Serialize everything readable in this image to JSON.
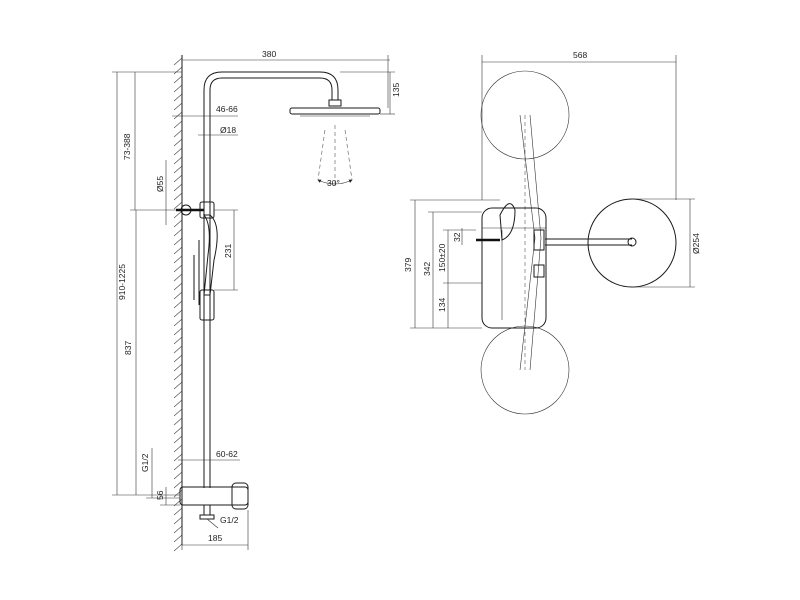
{
  "left_view": {
    "labels": {
      "width_380": "380",
      "height_135": "135",
      "arm_46_66": "46-66",
      "dia_18": "Ø18",
      "range_73_388": "73-388",
      "dia_55": "Ø55",
      "spray_angle": "30°",
      "height_231": "231",
      "total_910_1225": "910-1225",
      "height_837": "837",
      "spacing_60_62": "60-62",
      "thread_g12_left": "G1/2",
      "height_56": "56",
      "thread_g12_bottom": "G1/2",
      "depth_185": "185"
    }
  },
  "right_view": {
    "labels": {
      "width_568": "568",
      "height_379": "379",
      "height_342": "342",
      "range_150": "150±20",
      "height_32": "32",
      "height_134": "134",
      "dia_254": "Ø254"
    }
  }
}
